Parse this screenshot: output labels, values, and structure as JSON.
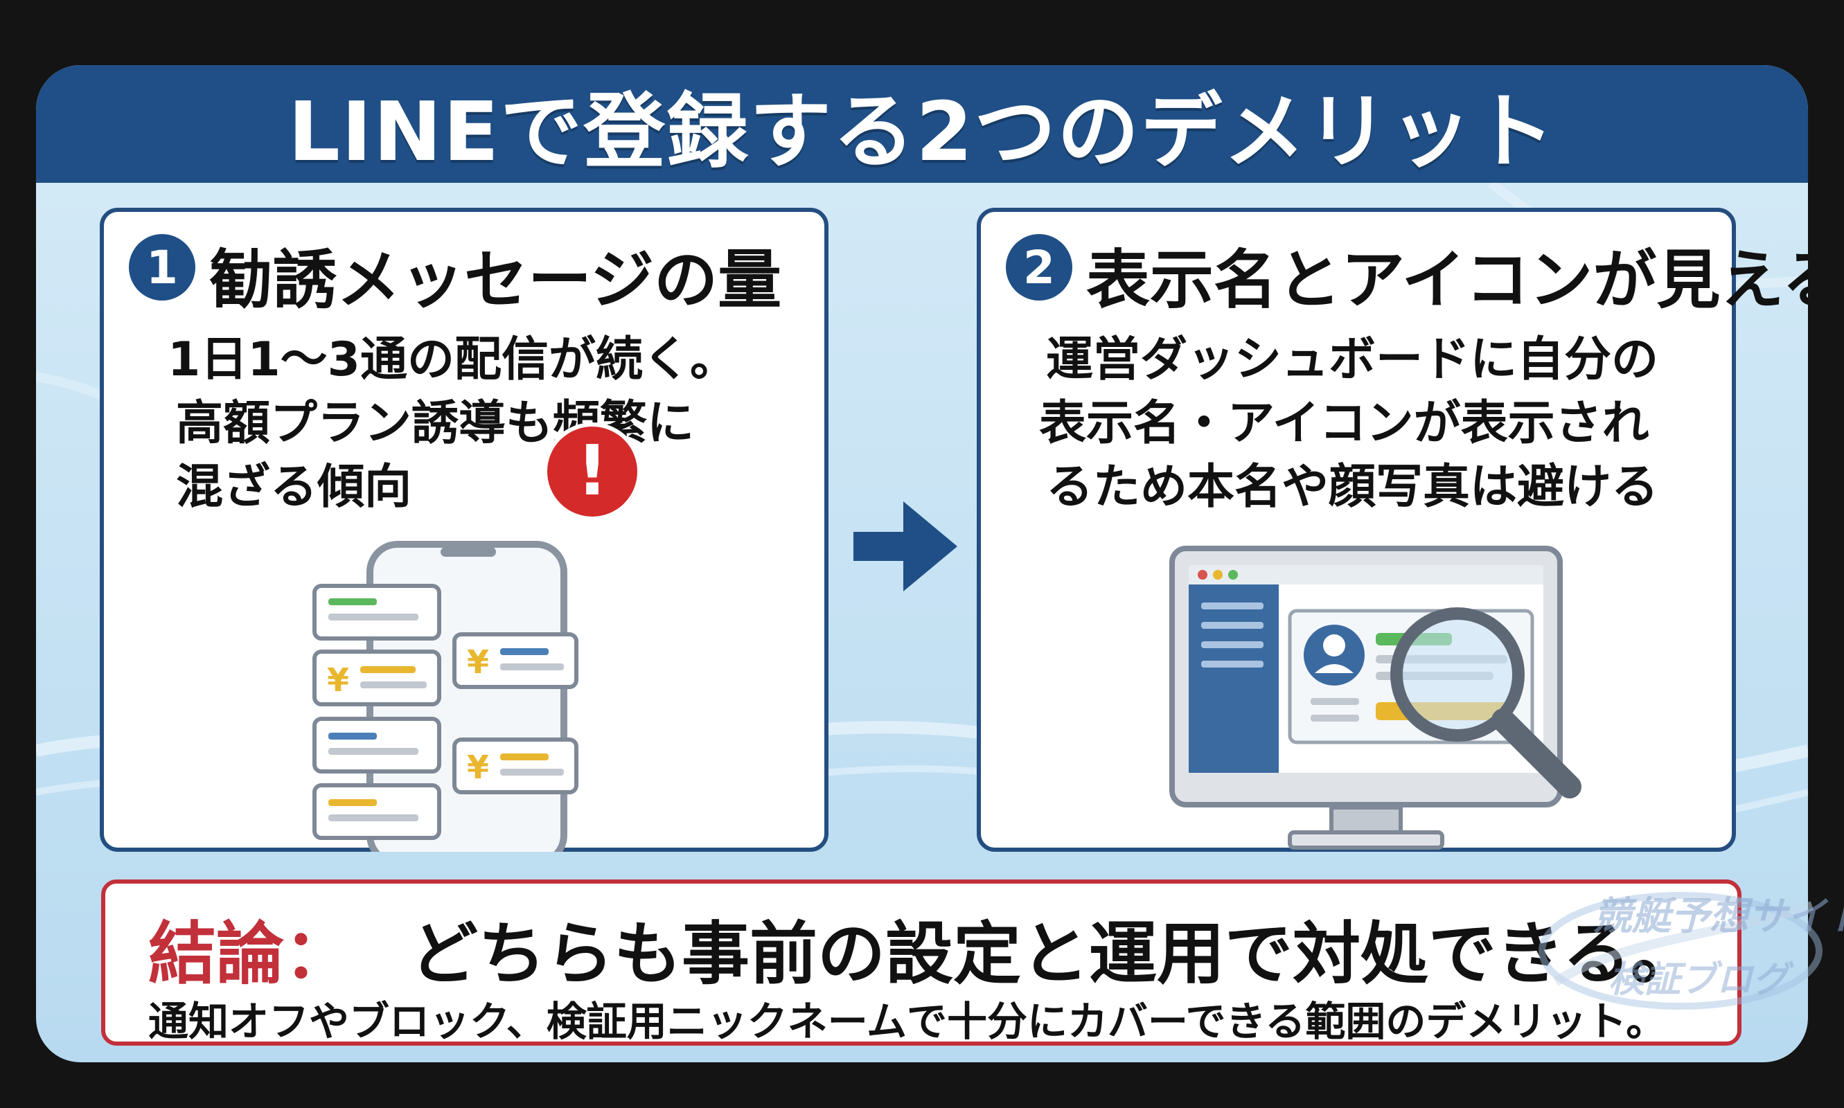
{
  "header": {
    "title": "LINEで登録する2つのデメリット"
  },
  "panels": [
    {
      "number": "1",
      "heading": "勧誘メッセージの量",
      "body": [
        "1日1〜3通の配信が続く。",
        "高額プラン誘導も頻繁に",
        "混ざる傾向"
      ]
    },
    {
      "number": "2",
      "heading": "表示名とアイコンが見える",
      "body": [
        "運営ダッシュボードに自分の",
        "表示名・アイコンが表示され",
        "るため本名や顔写真は避ける"
      ]
    }
  ],
  "illustration": {
    "yen_symbol": "¥",
    "alert_symbol": "!"
  },
  "conclusion": {
    "label": "結論：",
    "main": "どちらも事前の設定と運用で対処できる。",
    "sub": "通知オフやブロック、検証用ニックネームで十分にカバーできる範囲のデメリット。"
  },
  "watermark": {
    "line1": "競艇予想サイト",
    "line2": "検証ブログ"
  },
  "colors": {
    "navy": "#1f4f86",
    "accent_red": "#c2303a",
    "alert_red": "#d42a2a",
    "yen_yellow": "#e9b62f",
    "green": "#5cb85c",
    "blue_line": "#4a7fb8"
  }
}
